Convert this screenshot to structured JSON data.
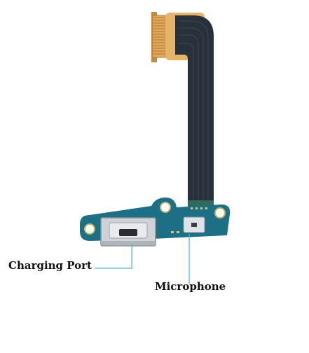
{
  "image": {
    "subject": "flex-cable-with-charging-port-and-microphone",
    "background_color": "#ffffff"
  },
  "callouts": {
    "charging_port": "Charging Port",
    "microphone": "Microphone"
  },
  "colors": {
    "flex_cable": "#27303b",
    "connector_copper": "#d89a4d",
    "pcb_blue": "#1d6f86",
    "leader_line": "#4fb3d9"
  }
}
